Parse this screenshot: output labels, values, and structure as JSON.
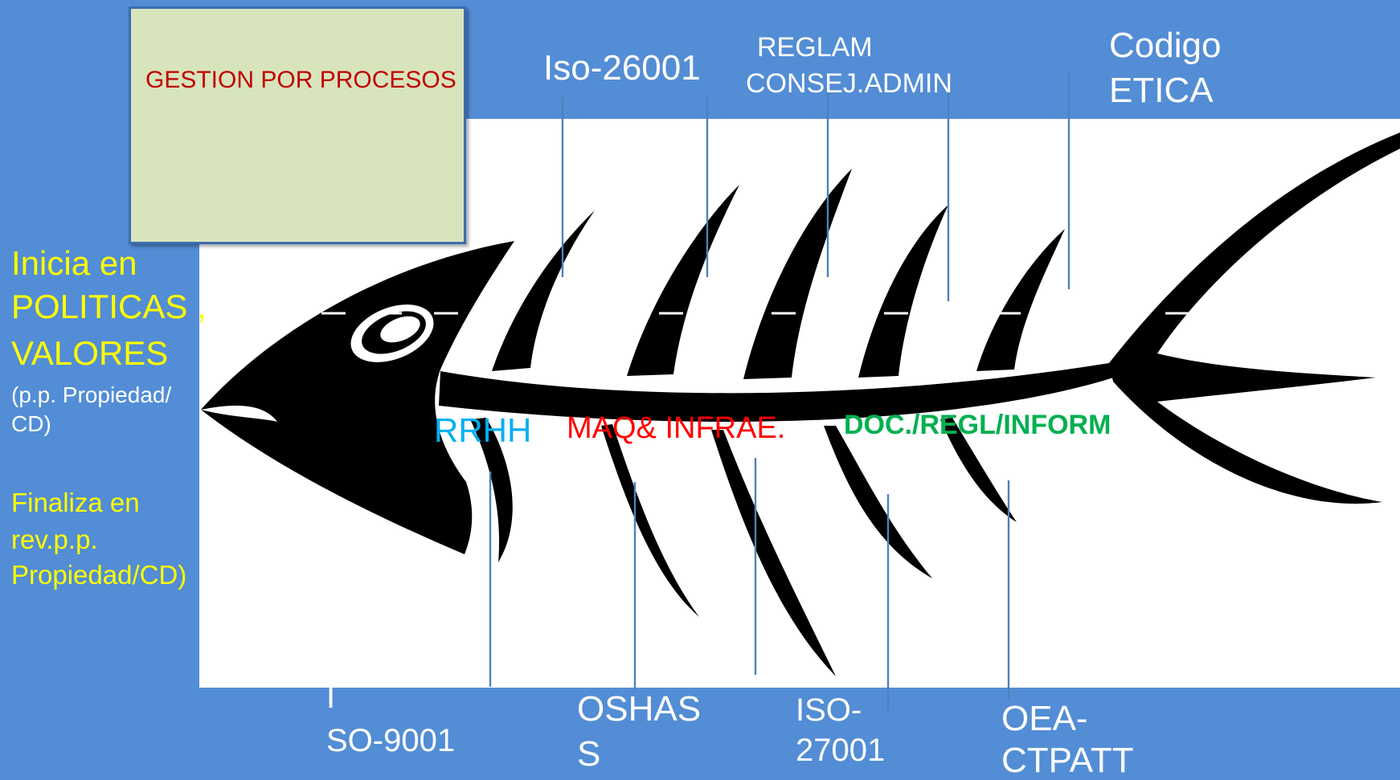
{
  "title_box": {
    "text": "GESTION POR PROCESOS"
  },
  "top_labels": {
    "iso26001": "Iso-26001",
    "reglam_line1": "REGLAM",
    "reglam_line2": "CONSEJ.ADMIN",
    "codigo_line1": "Codigo",
    "codigo_line2": "ETICA"
  },
  "left_notes": {
    "inicia_line1": "Inicia en",
    "inicia_line2": "POLITICAS ,",
    "inicia_line3": "VALORES",
    "inicia_sub1": "(p.p. Propiedad/",
    "inicia_sub2": "CD)",
    "finaliza_line1": "Finaliza en",
    "finaliza_line2": "rev.p.p.",
    "finaliza_line3": "Propiedad/CD)"
  },
  "spine_labels": {
    "rrhh": "RRHH",
    "maq": "MAQ& INFRAE.",
    "doc": "DOC./REGL/INFORM"
  },
  "bottom_labels": {
    "iso9001_line1": "I",
    "iso9001_line2": "SO-9001",
    "oshas_line1": "OSHAS",
    "oshas_line2": "S",
    "iso27001_line1": "ISO-",
    "iso27001_line2": "27001",
    "oea_line1": "OEA-",
    "oea_line2": "CTPATT"
  },
  "colors": {
    "background": "#538dd5",
    "panel": "#ffffff",
    "fish": "#000000",
    "leader_lines": "#4f81bd",
    "title_box": "#d8e4bc",
    "title_text": "#c00000",
    "left_notes": "#ffff00",
    "rrhh": "#00b0f0",
    "maq": "#ff0000",
    "doc": "#00b050"
  }
}
